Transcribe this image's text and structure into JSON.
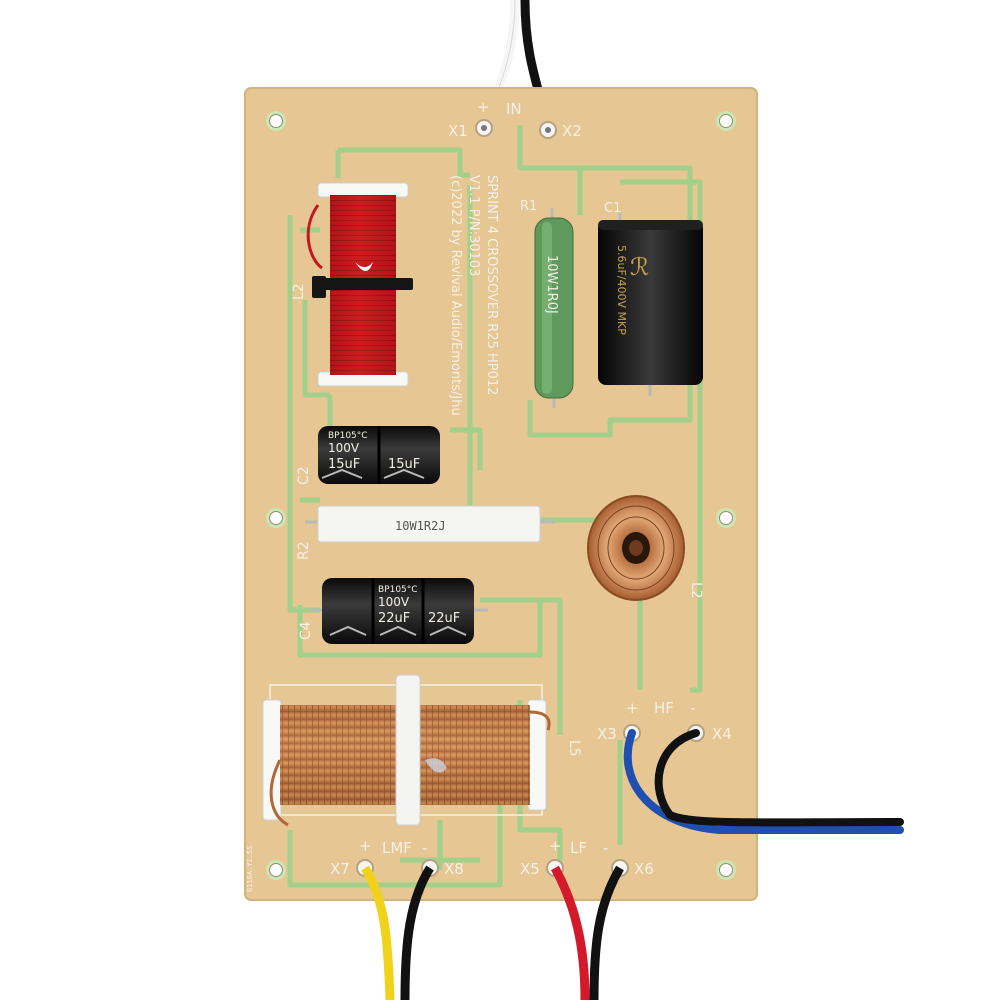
{
  "board": {
    "title_line1": "SPRINT 4 CROSSOVER R25 HP012",
    "title_line2": "V1.1 P/N:30103",
    "title_line3": "(c)2022 by Revival Audio/Emonts/Jhu",
    "corner_code": "6116A.Y1.55"
  },
  "terminals": {
    "input": {
      "label": "IN",
      "plus": "+",
      "x1": "X1",
      "x2": "X2"
    },
    "hf": {
      "label": "HF",
      "plus": "+",
      "minus": "-",
      "a": "X3",
      "b": "X4"
    },
    "lmf": {
      "label": "LMF",
      "plus": "+",
      "minus": "-",
      "a": "X7",
      "b": "X8"
    },
    "lf": {
      "label": "LF",
      "plus": "+",
      "minus": "-",
      "a": "X5",
      "b": "X6"
    }
  },
  "designators": {
    "l2_top": "L2",
    "r1": "R1",
    "c1": "C1",
    "c2": "C2",
    "r2": "R2",
    "l2_air": "L2",
    "c4": "C4",
    "l5": "L5"
  },
  "parts": {
    "r1_print": "10W1R0J",
    "c1_print": "5.6uF/400V MKP",
    "r2_print": "10W1R2J",
    "c2_cap_a": "15uF",
    "c2_cap_b": "15uF",
    "c2_volt": "100V",
    "c2_temp": "BP105°C",
    "c4_cap_a": "22uF",
    "c4_cap_b": "22uF",
    "c4_volt": "100V",
    "c4_temp": "BP105°C"
  },
  "colors": {
    "pcb": "#e6c693",
    "trace": "#9fd18a",
    "copper": "#c8834f",
    "red_coil": "#c4171b",
    "green_resistor": "#5f9a5c",
    "black_cap": "#1c1c1c"
  }
}
